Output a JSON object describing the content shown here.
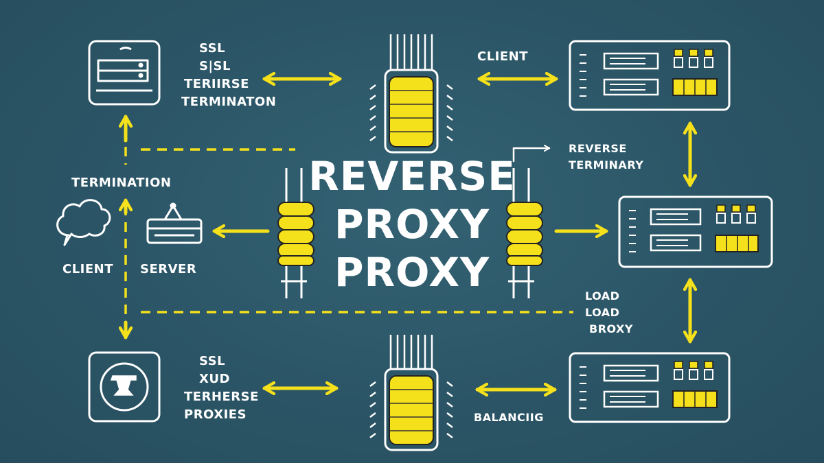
{
  "title": {
    "line1": "REVERSE",
    "line2": "PROXY",
    "line3": "PROXY"
  },
  "labels": {
    "top_left": {
      "line1": "SSL",
      "line2": "S|SL",
      "line3": "TERIIRSE",
      "line4": "TERMINATON"
    },
    "top_right": "CLIENT",
    "mid_right": {
      "line1": "REVERSE",
      "line2": "TERMINARY"
    },
    "termination": "TERMINATION",
    "client": "CLIENT",
    "server": "SERVER",
    "load": {
      "line1": "LOAD",
      "line2": "LOAD",
      "line3": "BROXY"
    },
    "bottom_left": {
      "line1": "SSL",
      "line2": "XUD",
      "line3": "TERHERSE",
      "line4": "PROXIES"
    },
    "bottom_right": "BALANCIIG"
  },
  "colors": {
    "background": "#2b5566",
    "accent": "#f5e11b",
    "line": "#ffffff"
  },
  "icons": [
    "server-rack-icon",
    "database-cylinder-icon",
    "speech-bubble-icon",
    "server-tray-icon",
    "shield-badge-icon",
    "network-server-icon"
  ]
}
